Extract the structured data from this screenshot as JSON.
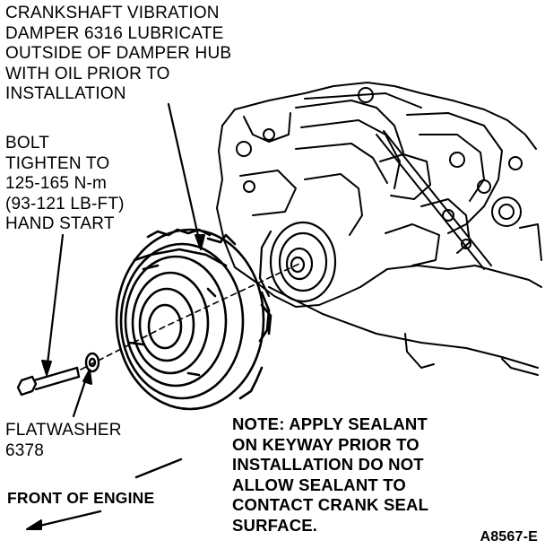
{
  "labels": {
    "damper": "CRANKSHAFT VIBRATION\nDAMPER 6316 LUBRICATE\nOUTSIDE OF DAMPER HUB\nWITH OIL PRIOR TO\nINSTALLATION",
    "bolt": "BOLT\nTIGHTEN TO\n125-165 N-m\n(93-121 LB-FT)\nHAND START",
    "flatwasher": "FLATWASHER\n6378",
    "note": "NOTE: APPLY SEALANT\nON KEYWAY PRIOR TO\nINSTALLATION DO NOT\nALLOW SEALANT TO\nCONTACT CRANK SEAL\nSURFACE.",
    "front": "FRONT OF ENGINE",
    "figure_id": "A8567-E"
  },
  "illustration": {
    "parts": [
      "engine-block",
      "crankshaft-snout",
      "vibration-damper",
      "flatwasher",
      "bolt"
    ],
    "ink_color": "#000000",
    "paper_color": "#ffffff"
  }
}
